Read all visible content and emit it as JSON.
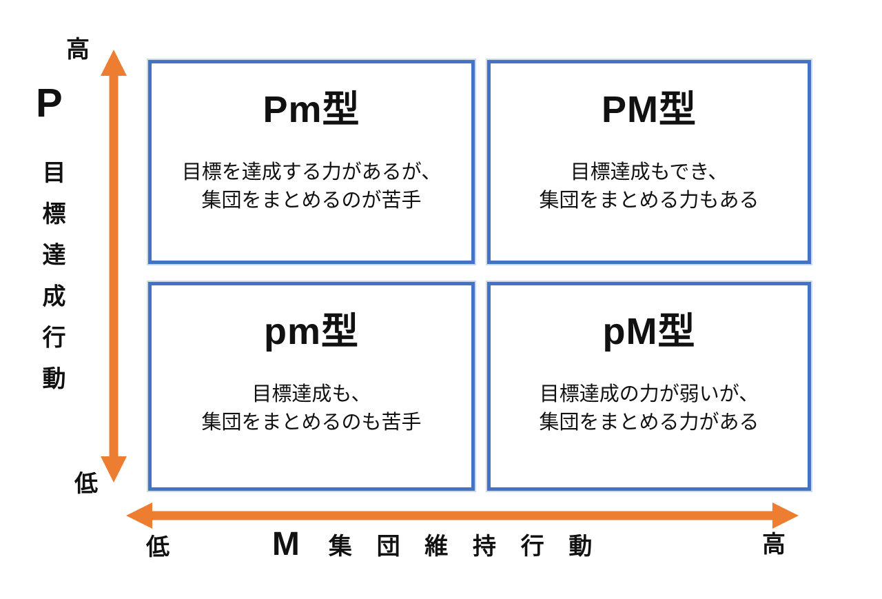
{
  "colors": {
    "accent_blue": "#4472C4",
    "accent_orange": "#ED7D31",
    "text": "#111111",
    "background": "#FFFFFF"
  },
  "y_axis": {
    "letter": "P",
    "label": "目標達成行動",
    "high_label": "高",
    "low_label": "低"
  },
  "x_axis": {
    "letter": "M",
    "label": "集団維持行動",
    "low_label": "低",
    "high_label": "高"
  },
  "quadrants": {
    "top_left": {
      "title": "Pm型",
      "description": "目標を達成する力があるが、\n集団をまとめるのが苦手"
    },
    "top_right": {
      "title": "PM型",
      "description": "目標達成もでき、\n集団をまとめる力もある"
    },
    "bottom_left": {
      "title": "pm型",
      "description": "目標達成も、\n集団をまとめるのも苦手"
    },
    "bottom_right": {
      "title": "pM型",
      "description": "目標達成の力が弱いが、\n集団をまとめる力がある"
    }
  }
}
